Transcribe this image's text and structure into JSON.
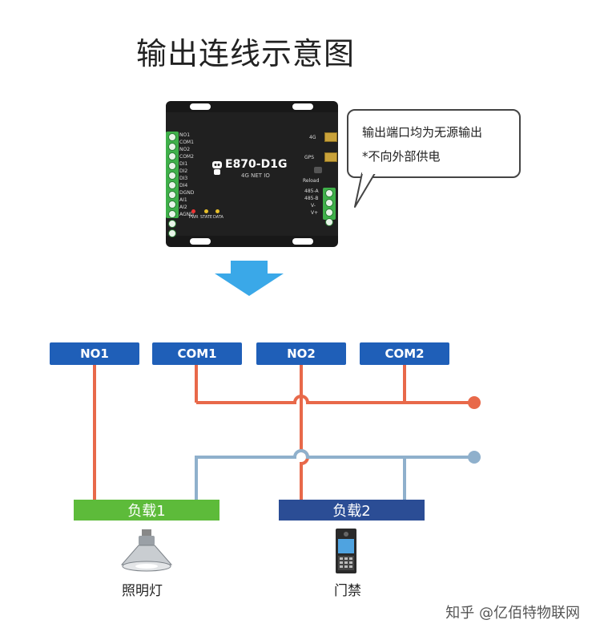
{
  "title": "输出连线示意图",
  "device": {
    "brand": "E870-D1G",
    "subtitle": "4G  NET  IO",
    "left_pins": [
      "NO1",
      "COM1",
      "NO2",
      "COM2",
      "DI1",
      "DI2",
      "DI3",
      "DI4",
      "DGND",
      "AI1",
      "AI2",
      "AGND"
    ],
    "right_pins": [
      "485-A",
      "485-B",
      "V-",
      "V+"
    ],
    "antennas": [
      "4G",
      "GPS"
    ],
    "reload": "Reload",
    "leds": [
      "PWR",
      "STATE",
      "DATA"
    ]
  },
  "callout": {
    "line1": "输出端口均为无源输出",
    "line2": "*不向外部供电"
  },
  "ports": [
    "NO1",
    "COM1",
    "NO2",
    "COM2"
  ],
  "loads": [
    {
      "label": "负载1",
      "color": "#5dbb3a",
      "device": "照明灯",
      "icon": "lamp-icon"
    },
    {
      "label": "负载2",
      "color": "#2b4d95",
      "device": "门禁",
      "icon": "access-control-icon"
    }
  ],
  "colors": {
    "port": "#1f5fb8",
    "wire_red": "#e8694a",
    "wire_blue": "#8fb0cc",
    "arrow": "#3aa8e8"
  },
  "watermark": "知乎 @亿佰特物联网"
}
